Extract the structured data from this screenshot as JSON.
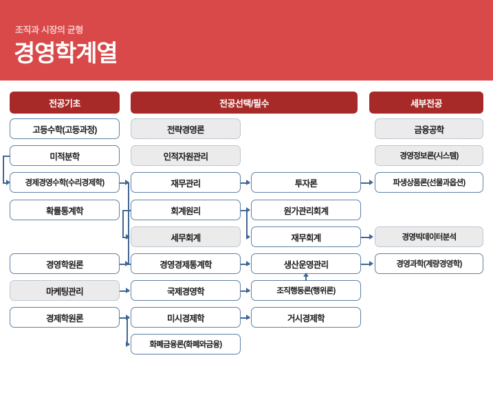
{
  "banner": {
    "subtitle": "조직과 시장의 균형",
    "title": "경영학계열",
    "bg_color": "#d9494a"
  },
  "header_color": "#a82a28",
  "box_border_color": "#5b7fa6",
  "connector_color": "#3f6693",
  "columns": [
    {
      "id": "col-basic",
      "header": "전공기초"
    },
    {
      "id": "col-major",
      "header": "전공선택/필수"
    },
    {
      "id": "col-detailed",
      "header": "세부전공"
    }
  ],
  "col1": [
    {
      "label": "고등수학(고등과정)",
      "style": "solid"
    },
    {
      "label": "미적분학",
      "style": "solid"
    },
    {
      "label": "경제경영수학(수리경제학)",
      "style": "solid"
    },
    {
      "label": "확률통계학",
      "style": "solid"
    },
    {
      "label": "경영학원론",
      "style": "solid"
    },
    {
      "label": "마케팅관리",
      "style": "dashed"
    },
    {
      "label": "경제학원론",
      "style": "solid"
    }
  ],
  "col2": [
    {
      "label": "전략경영론",
      "style": "dashed"
    },
    {
      "label": "인적자원관리",
      "style": "dashed"
    },
    {
      "label": "재무관리",
      "style": "solid"
    },
    {
      "label": "회계원리",
      "style": "solid"
    },
    {
      "label": "세무회계",
      "style": "dashed"
    },
    {
      "label": "경영경제통계학",
      "style": "solid"
    },
    {
      "label": "국제경영학",
      "style": "solid"
    },
    {
      "label": "미시경제학",
      "style": "solid"
    },
    {
      "label": "화폐금융론(화폐와금융)",
      "style": "solid"
    }
  ],
  "col3": [
    {
      "label": "투자론",
      "style": "solid"
    },
    {
      "label": "원가관리회계",
      "style": "solid"
    },
    {
      "label": "재무회계",
      "style": "solid"
    },
    {
      "label": "생산운영관리",
      "style": "solid"
    },
    {
      "label": "조직행동론(행위론)",
      "style": "solid"
    },
    {
      "label": "거시경제학",
      "style": "solid"
    }
  ],
  "col4": [
    {
      "label": "금융공학",
      "style": "dashed"
    },
    {
      "label": "경영정보론(시스템)",
      "style": "dashed"
    },
    {
      "label": "파생상품론(선물과옵션)",
      "style": "solid"
    },
    {
      "label": "경영빅데이터분석",
      "style": "dashed"
    },
    {
      "label": "경영과학(계량경영학)",
      "style": "solid"
    }
  ]
}
